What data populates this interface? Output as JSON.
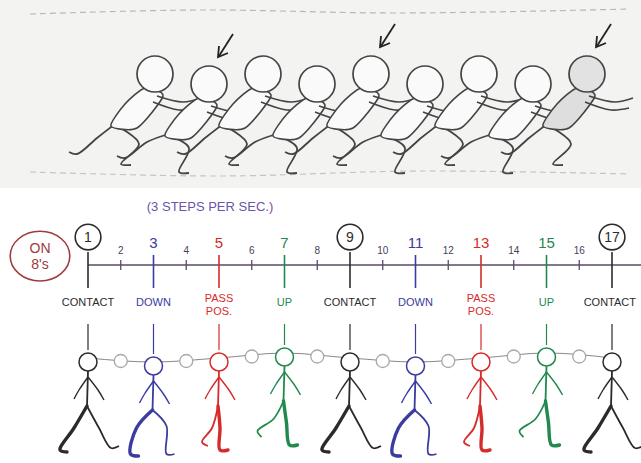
{
  "diagram": {
    "nodes": [
      {
        "text": [
          "ON 8's"
        ]
      },
      {
        "text": [
          "1"
        ]
      },
      {
        "text": [
          "9"
        ]
      },
      {
        "text": [
          "17"
        ]
      }
    ],
    "labels": [
      "(3 STEPS PER SEC.)",
      "2",
      "3",
      "4",
      "5",
      "6",
      "7",
      "8",
      "10",
      "11",
      "12",
      "13",
      "14",
      "15",
      "16",
      "CONTACT",
      "DOWN",
      "PASS POS.",
      "UP",
      "CONTACT",
      "DOWN",
      "PASS POS.",
      "UP",
      "CONTACT"
    ]
  }
}
